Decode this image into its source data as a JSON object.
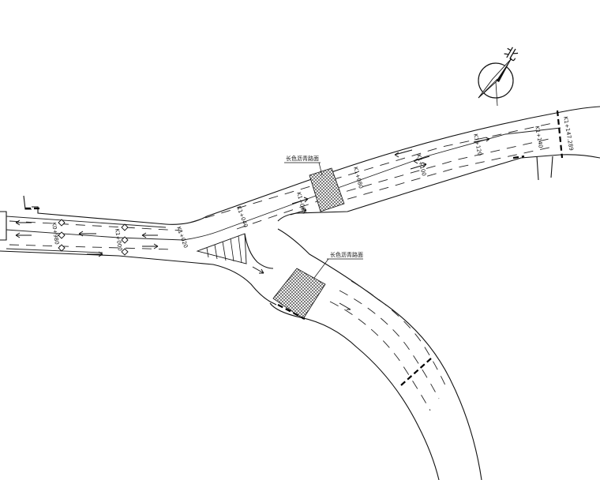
{
  "compass": {
    "label": "北",
    "icon": "north-arrow-icon"
  },
  "callouts": [
    {
      "id": "crossing_top",
      "text": "长色沥青路面"
    },
    {
      "id": "crossing_right",
      "text": "长色沥青路面"
    }
  ],
  "stations": [
    {
      "id": "s1",
      "text": "K0+980"
    },
    {
      "id": "s2",
      "text": "K1+000"
    },
    {
      "id": "s3",
      "text": "K1+020"
    },
    {
      "id": "s4",
      "text": "K1+040"
    },
    {
      "id": "s5",
      "text": "K1+060"
    },
    {
      "id": "s6",
      "text": "K1+080"
    },
    {
      "id": "s7",
      "text": "K1+100"
    },
    {
      "id": "s8",
      "text": "K1+120"
    },
    {
      "id": "s9",
      "text": "K1+140"
    },
    {
      "id": "s10",
      "text": "K1+147.289"
    }
  ],
  "colors": {
    "line": "#111111",
    "hatch": "#333333"
  }
}
